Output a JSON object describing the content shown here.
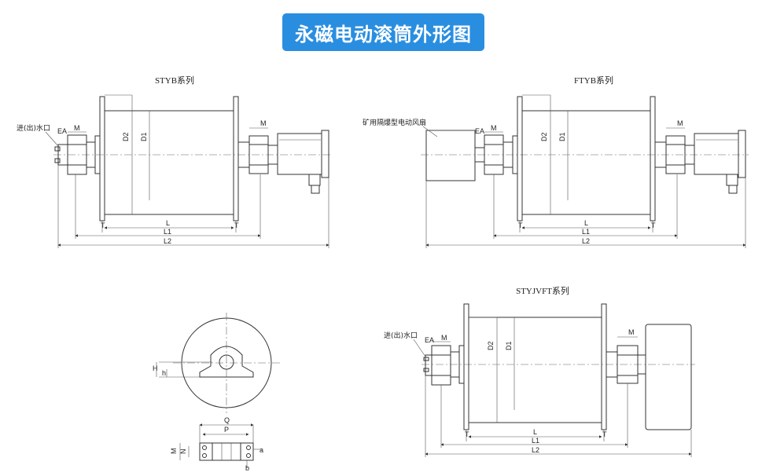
{
  "title": "永磁电动滚筒外形图",
  "views": {
    "styb": {
      "caption": "STYB系列",
      "inlet": "进(出)水口"
    },
    "ftyb": {
      "caption": "FTYB系列",
      "fan": "矿用隔爆型电动风扇"
    },
    "styjvft": {
      "caption": "STYJVFT系列",
      "inlet": "进(出)水口"
    }
  },
  "dims": {
    "EA": "EA",
    "M": "M",
    "D1": "D1",
    "D2": "D2",
    "L": "L",
    "L1": "L1",
    "L2": "L2",
    "T": "T",
    "H": "H",
    "h": "h",
    "Q": "Q",
    "P": "P",
    "N": "N",
    "a": "a",
    "b": "b"
  }
}
